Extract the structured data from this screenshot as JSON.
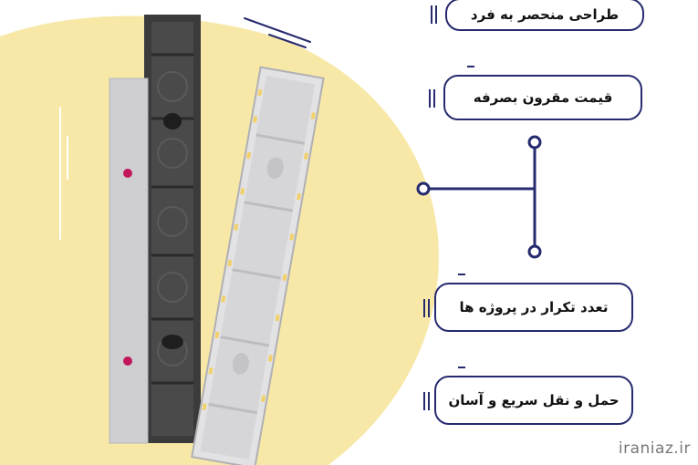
{
  "features": [
    {
      "id": "unique-design",
      "label": "طراحی منحصر به فرد"
    },
    {
      "id": "affordable-price",
      "label": "قیمت مقرون بصرفه"
    },
    {
      "id": "reusable",
      "label": "تعدد تکرار در پروژه ها"
    },
    {
      "id": "easy-transport",
      "label": "حمل و نقل سریع و آسان"
    }
  ],
  "watermark": "iraniaz.ir",
  "colors": {
    "accent": "#262a6e",
    "blob": "#f7e8a8",
    "dark_panel": "#3b3b3b",
    "light_panel": "#cfcfd2",
    "marker": "#c2185b"
  }
}
